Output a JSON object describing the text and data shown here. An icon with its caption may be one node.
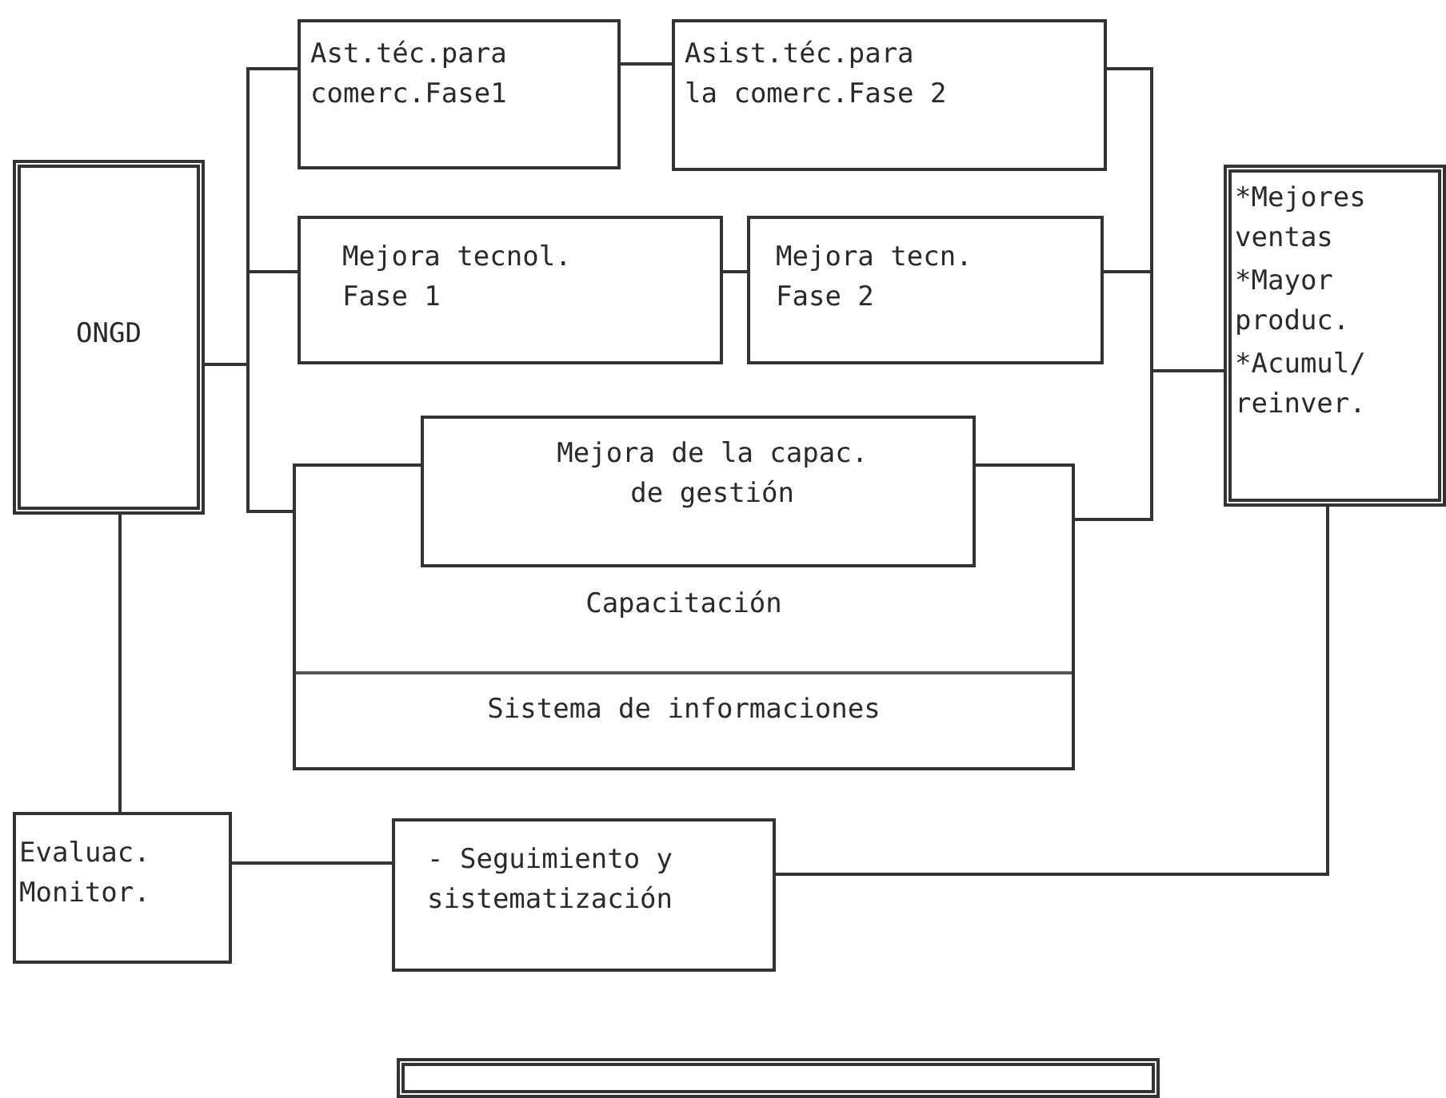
{
  "diagram": {
    "nodes": [
      {
        "text": [
          "Ast.téc.para comerc.Fase1"
        ]
      },
      {
        "text": [
          "Asist.téc.para la comerc.Fase 2"
        ]
      },
      {
        "text": [
          "ONGD"
        ]
      },
      {
        "text": [
          "Mejora tecnol. Fase 1"
        ]
      },
      {
        "text": [
          "Mejora tecn. Fase 2"
        ]
      },
      {
        "text": [
          "*Mejores ventas",
          "*Mayor produc.",
          "*Acumul/ reinver."
        ]
      },
      {
        "text": [
          "Capacitación",
          "Sistema de informaciones"
        ]
      },
      {
        "text": [
          "Mejora de la capac. de gestión"
        ]
      },
      {
        "text": [
          "Evaluac. Monitor."
        ]
      },
      {
        "text": [
          "- Seguimiento y sistematización"
        ]
      },
      {
        "text": [],
        "shape": "box"
      }
    ],
    "edges": [
      {
        "from": 2,
        "to": 0,
        "arrow": "none"
      },
      {
        "from": 2,
        "to": 3,
        "arrow": "none"
      },
      {
        "from": 2,
        "to": 6,
        "arrow": "none"
      },
      {
        "from": 0,
        "to": 1,
        "arrow": "none"
      },
      {
        "from": 3,
        "to": 4,
        "arrow": "none"
      },
      {
        "from": 1,
        "to": 5,
        "arrow": "none"
      },
      {
        "from": 4,
        "to": 5,
        "arrow": "none"
      },
      {
        "from": 6,
        "to": 5,
        "arrow": "none"
      },
      {
        "from": 2,
        "to": 8,
        "arrow": "none"
      },
      {
        "from": 8,
        "to": 9,
        "arrow": "none"
      },
      {
        "from": 9,
        "to": 5,
        "arrow": "none"
      }
    ]
  }
}
